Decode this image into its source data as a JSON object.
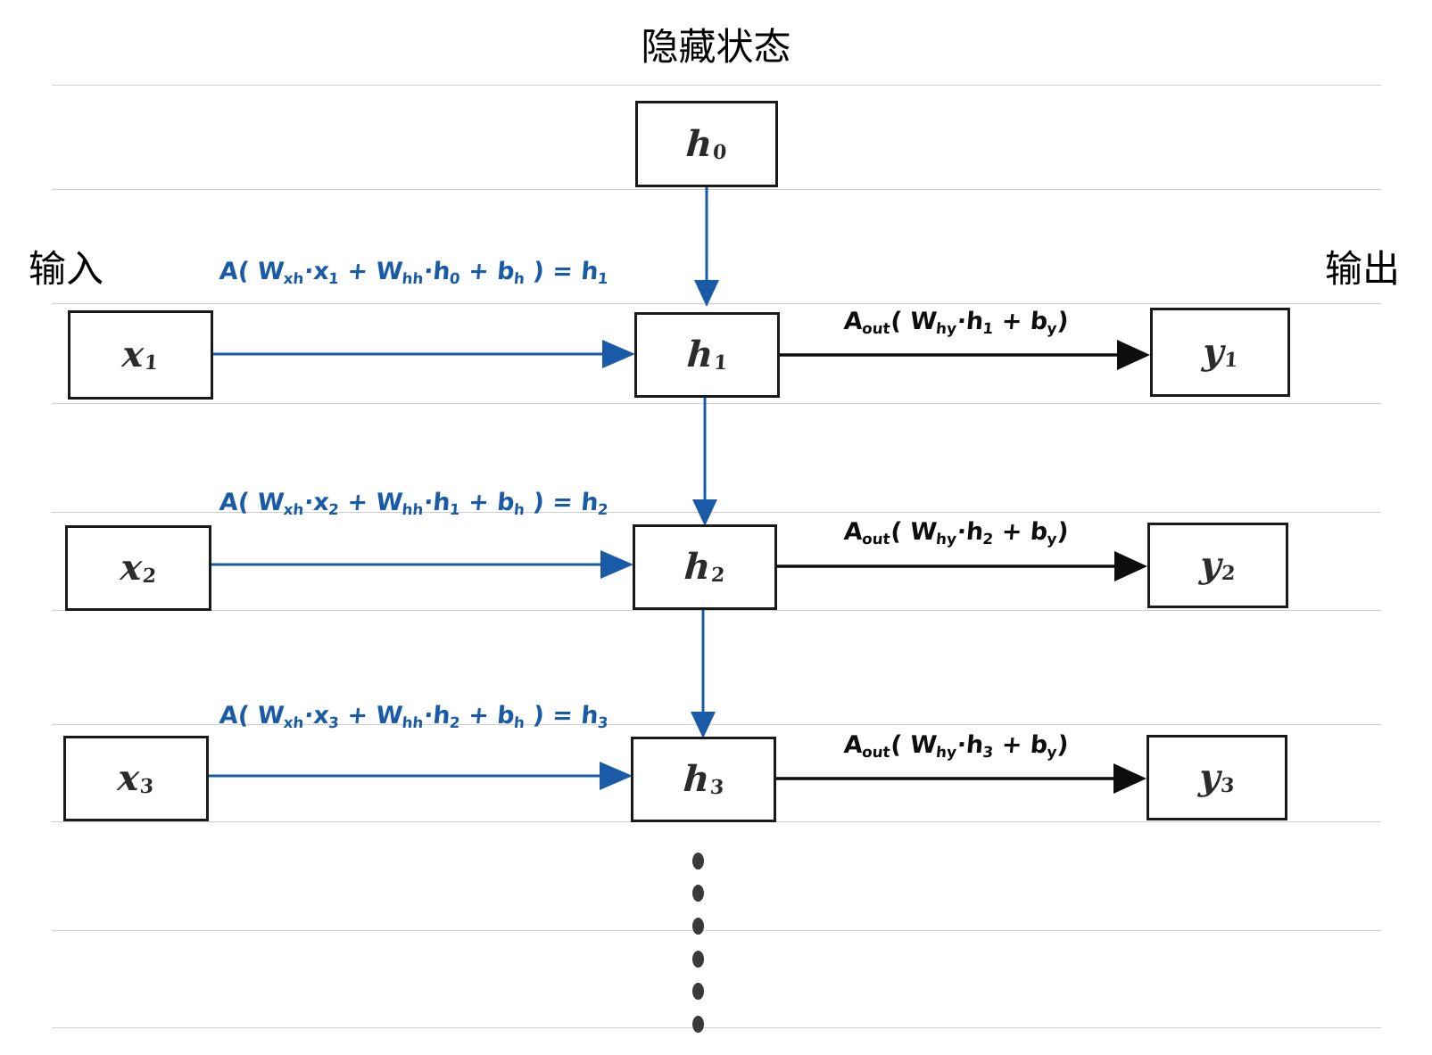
{
  "diagram": {
    "title": "隐藏状态",
    "input_label": "输入",
    "output_label": "输出",
    "colors": {
      "recurrent_blue": "#1a5ba8",
      "output_black": "#0d0d0d",
      "gridline_gray": "#cfcfcf",
      "box_border": "#1a1a1a"
    }
  },
  "nodes": {
    "h0": "h",
    "h0_sub": "0",
    "h1": "h",
    "h1_sub": "1",
    "h2": "h",
    "h2_sub": "2",
    "h3": "h",
    "h3_sub": "3",
    "x1": "х",
    "x1_sub": "1",
    "x2": "х",
    "x2_sub": "2",
    "x3": "х",
    "x3_sub": "3",
    "y1": "y",
    "y1_sub": "1",
    "y2": "y",
    "y2_sub": "2",
    "y3": "y",
    "y3_sub": "3"
  },
  "formulas": {
    "hidden": [
      {
        "id": "hidden-1",
        "text": "A( W",
        "s1": "xh",
        "t2": "·х",
        "s2": "1",
        "t3": "+   W",
        "s3": "hh",
        "t4": "·h",
        "s4": "0",
        "t5": "+  b",
        "s5": "h",
        "t6": ") = h",
        "s6": "1",
        "plain": "A(Wxh·x1 + Whh·h0 + bh) = h1"
      },
      {
        "id": "hidden-2",
        "text": "A( W",
        "s1": "xh",
        "t2": "·х",
        "s2": "2",
        "t3": "+   W",
        "s3": "hh",
        "t4": "·h",
        "s4": "1",
        "t5": "+  b",
        "s5": "h",
        "t6": ") = h",
        "s6": "2",
        "plain": "A(Wxh·x2 + Whh·h1 + bh) = h2"
      },
      {
        "id": "hidden-3",
        "text": "A( W",
        "s1": "xh",
        "t2": "·х",
        "s2": "3",
        "t3": "+   W",
        "s3": "hh",
        "t4": "·h",
        "s4": "2",
        "t5": "+  b",
        "s5": "h",
        "t6": ") = h",
        "s6": "3",
        "plain": "A(Wxh·x3 + Whh·h2 + bh) = h3"
      }
    ],
    "output": [
      {
        "id": "output-1",
        "text": "A",
        "s1": "out",
        "t2": "( W",
        "s2": "hy",
        "t3": "·h",
        "s3": "1",
        "t4": "+  b",
        "s4": "y",
        "t5": ")",
        "plain": "Aout(Why·h1 + by)"
      },
      {
        "id": "output-2",
        "text": "A",
        "s1": "out",
        "t2": "( W",
        "s2": "hy",
        "t3": "·h",
        "s3": "2",
        "t4": "+  b",
        "s4": "y",
        "t5": ")",
        "plain": "Aout(Why·h2 + by)"
      },
      {
        "id": "output-3",
        "text": "A",
        "s1": "out",
        "t2": "( W",
        "s2": "hy",
        "t3": "·h",
        "s3": "3",
        "t4": "+  b",
        "s4": "y",
        "t5": ")",
        "plain": "Aout(Why·h3 + by)"
      }
    ]
  },
  "continuation": {
    "dots": 6,
    "meaning": "sequence continues"
  }
}
